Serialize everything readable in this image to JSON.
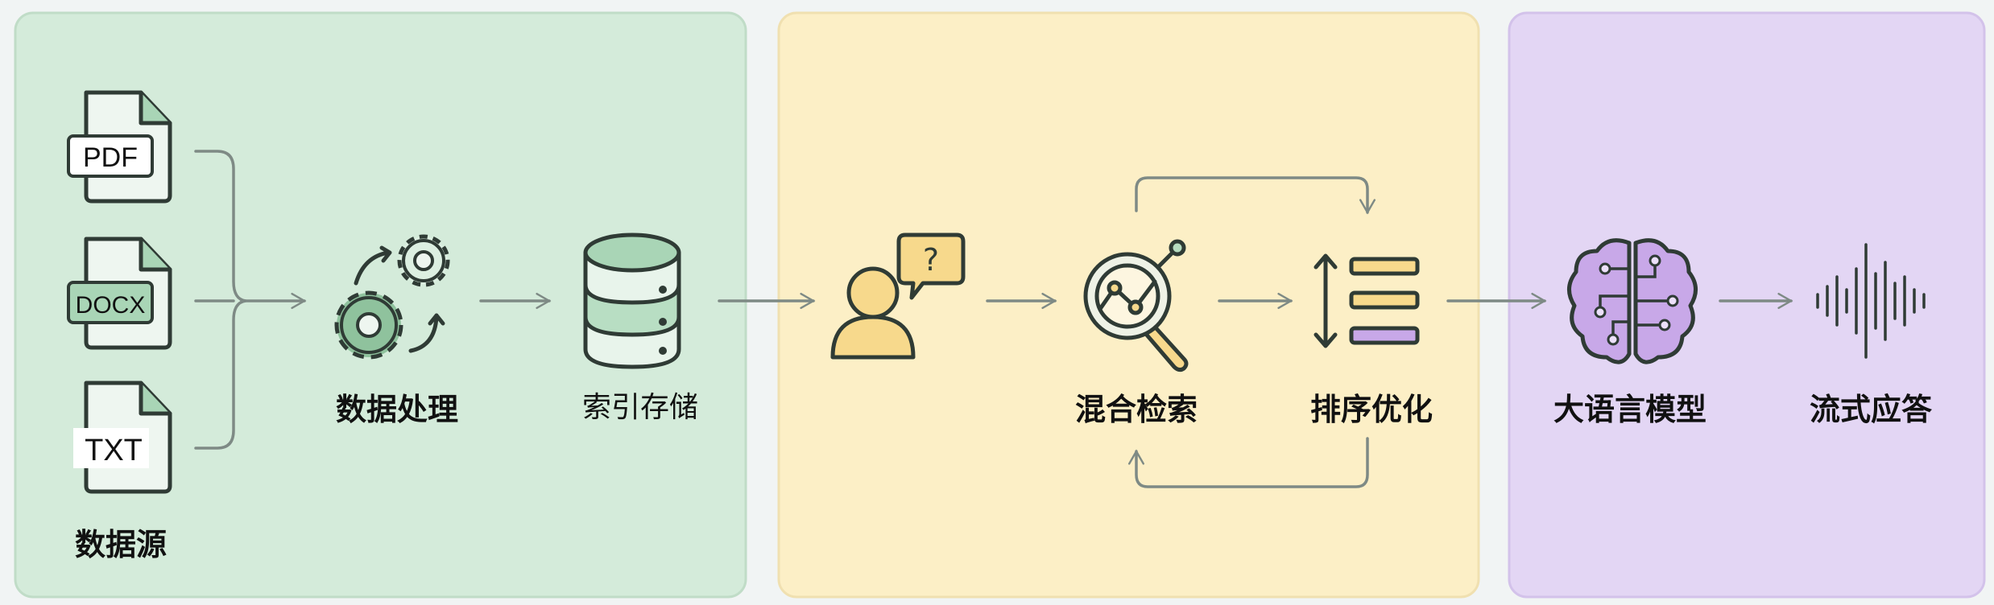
{
  "colors": {
    "ingest_panel": "#d4ebda",
    "retrieval_panel": "#fcefc6",
    "generation_panel": "#e3d6f4",
    "green_accent": "#9fd0ad",
    "yellow_accent": "#f7d98c",
    "purple_accent": "#c8a8e8",
    "arrow": "#7e8a85"
  },
  "ingest": {
    "files": [
      {
        "tag": "PDF",
        "icon": "pdf-file-icon"
      },
      {
        "tag": "DOCX",
        "icon": "docx-file-icon"
      },
      {
        "tag": "TXT",
        "icon": "txt-file-icon"
      }
    ],
    "source_label": "数据源",
    "processing_label": "数据处理",
    "index_label": "索引存储"
  },
  "retrieval": {
    "hybrid_label": "混合检索",
    "rerank_label": "排序优化",
    "question_mark": "?"
  },
  "generation": {
    "llm_label": "大语言模型",
    "stream_label": "流式应答"
  }
}
